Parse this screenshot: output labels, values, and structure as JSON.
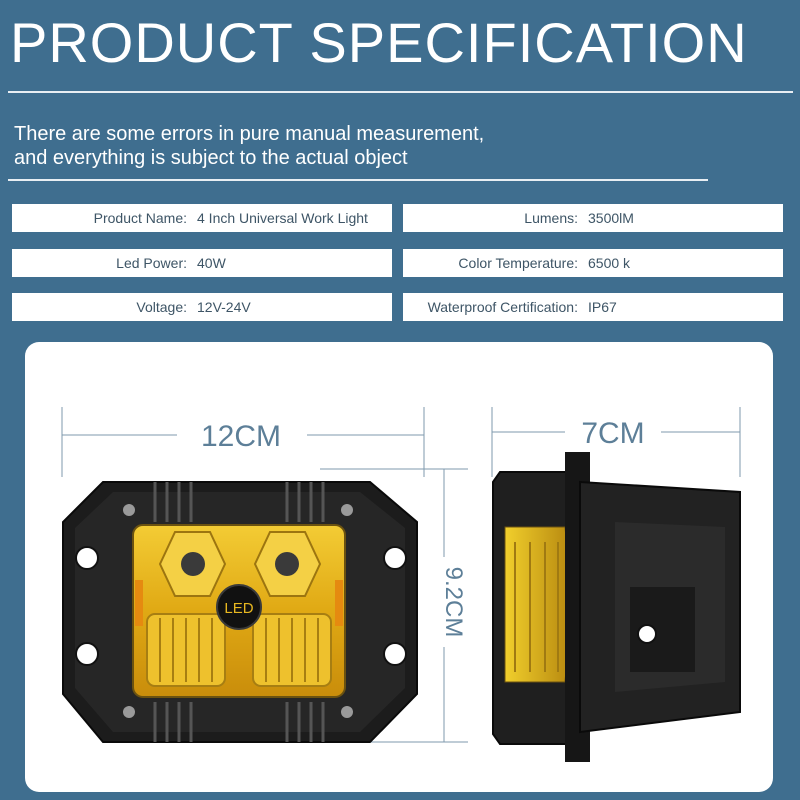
{
  "header": {
    "title": "PRODUCT SPECIFICATION"
  },
  "note": "There are some errors in pure manual measurement,\nand everything is subject to the actual object",
  "specs": {
    "product_name": {
      "label": "Product Name:",
      "value": "4 Inch Universal Work Light"
    },
    "lumens": {
      "label": "Lumens:",
      "value": "3500lM"
    },
    "led_power": {
      "label": "Led Power:",
      "value": "40W"
    },
    "color_temperature": {
      "label": "Color Temperature:",
      "value": "6500 k"
    },
    "voltage": {
      "label": "Voltage:",
      "value": "12V-24V"
    },
    "waterproof": {
      "label": "Waterproof Certification:",
      "value": "IP67"
    }
  },
  "dimensions": {
    "width": "12CM",
    "height": "9.2CM",
    "depth": "7CM"
  },
  "product_image": {
    "badge": "LED"
  },
  "colors": {
    "background": "#3f6e8f",
    "lens_amber": "#e8b820",
    "housing": "#1c1c1c",
    "dimension_text": "#5d7f98"
  }
}
